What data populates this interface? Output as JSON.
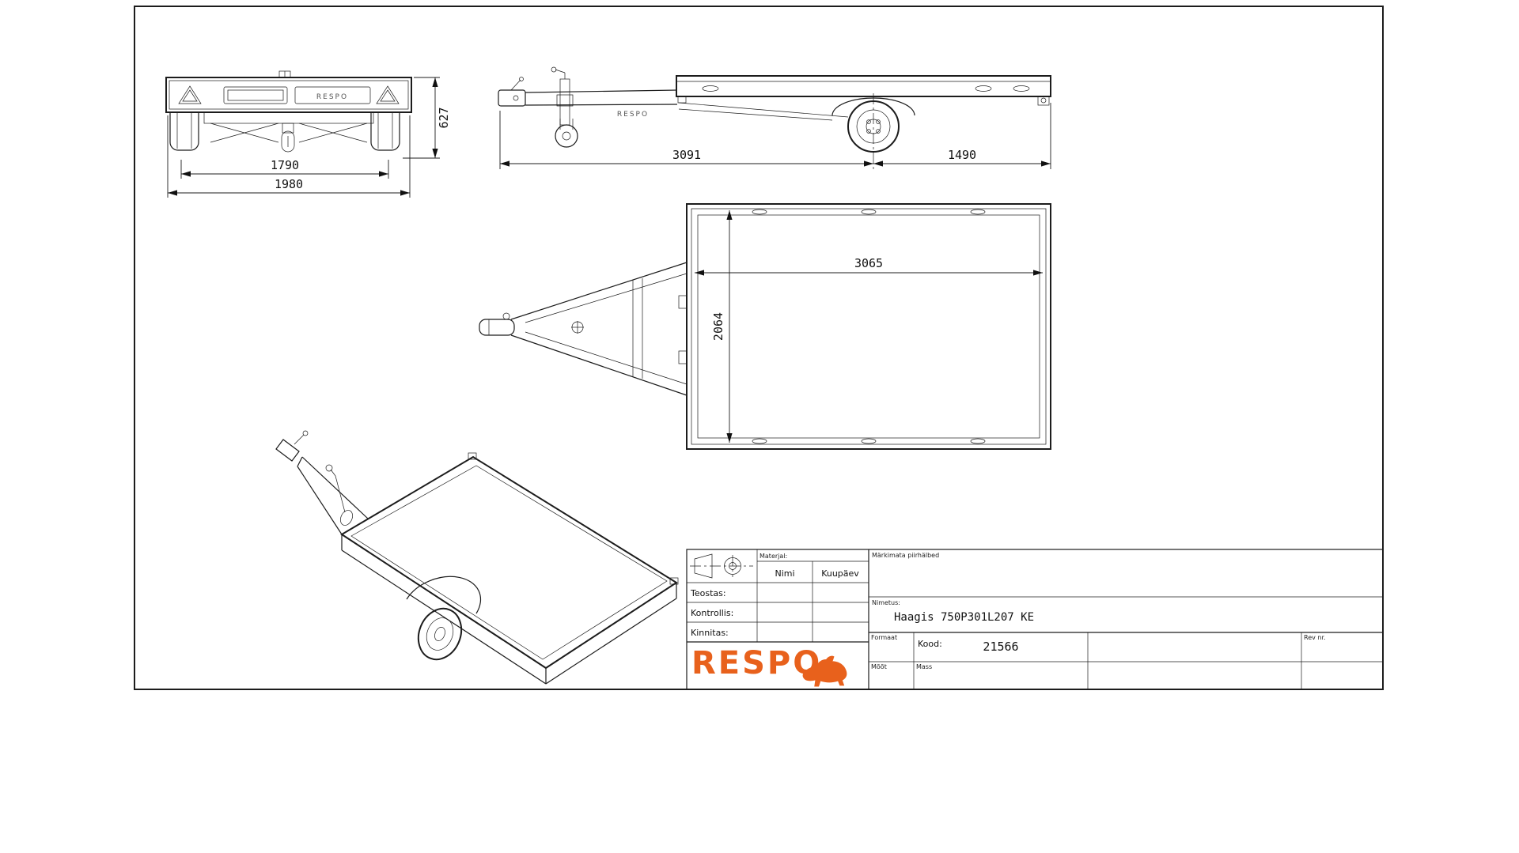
{
  "drawing": {
    "dimensions": {
      "rear_height": "627",
      "rear_inner_width": "1790",
      "rear_overall_width": "1980",
      "side_hitch_to_axle": "3091",
      "side_axle_to_rear": "1490",
      "top_inner_length": "3065",
      "top_inner_width": "2064"
    },
    "panel_text": "RESPO"
  },
  "title_block": {
    "material_label": "Materjal:",
    "nimi_label": "Nimi",
    "kuupaev_label": "Kuupäev",
    "teostas_label": "Teostas:",
    "kontrollis_label": "Kontrollis:",
    "kinnitas_label": "Kinnitas:",
    "tolerances_label": "Märkimata piirhälbed",
    "nimetus_label": "Nimetus:",
    "nimetus_value": "Haagis 750P301L207 KE",
    "formaat_label": "Formaat",
    "kood_label": "Kood:",
    "kood_value": "21566",
    "rev_label": "Rev nr.",
    "moot_label": "Mõõt",
    "mass_label": "Mass",
    "logo_text": "RESPO",
    "logo_color": "#e8611c"
  }
}
